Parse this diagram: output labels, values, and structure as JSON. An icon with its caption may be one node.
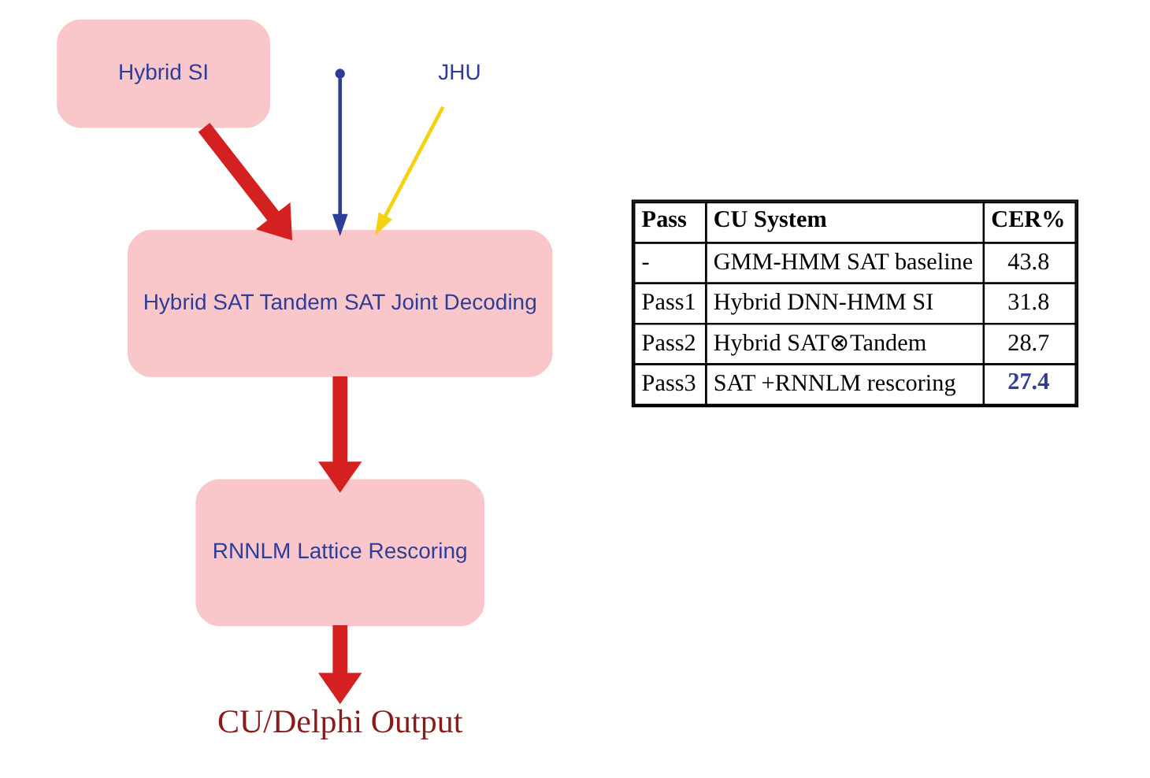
{
  "diagram": {
    "nodes": [
      {
        "text": [
          "Hybrid SI"
        ]
      },
      {
        "text": [],
        "shape": "point"
      },
      {
        "text": [
          "JHU"
        ]
      },
      {
        "text": [
          "Hybrid SAT Tandem SAT Joint Decoding"
        ]
      },
      {
        "text": [
          "RNNLM Lattice Rescoring"
        ]
      },
      {
        "text": [
          "CU/Delphi Output"
        ]
      }
    ],
    "edges": [
      {
        "from": 0,
        "to": 3,
        "arrow": "to"
      },
      {
        "from": 1,
        "to": 3,
        "arrow": "to",
        "color": "#2e3d98"
      },
      {
        "from": 2,
        "to": 3,
        "arrow": "to",
        "color": "#f5d20f"
      },
      {
        "from": 3,
        "to": 4,
        "arrow": "to"
      },
      {
        "from": 4,
        "to": 5,
        "arrow": "to"
      }
    ],
    "labels": [
      "Pass",
      "CU System",
      "CER%",
      "-",
      "GMM-HMM SAT baseline",
      "43.8",
      "Pass1",
      "Hybrid DNN-HMM SI",
      "31.8",
      "Pass2",
      "Hybrid SAT⊗Tandem",
      "28.7",
      "Pass3",
      "SAT +RNNLM rescoring",
      "27.4"
    ]
  }
}
